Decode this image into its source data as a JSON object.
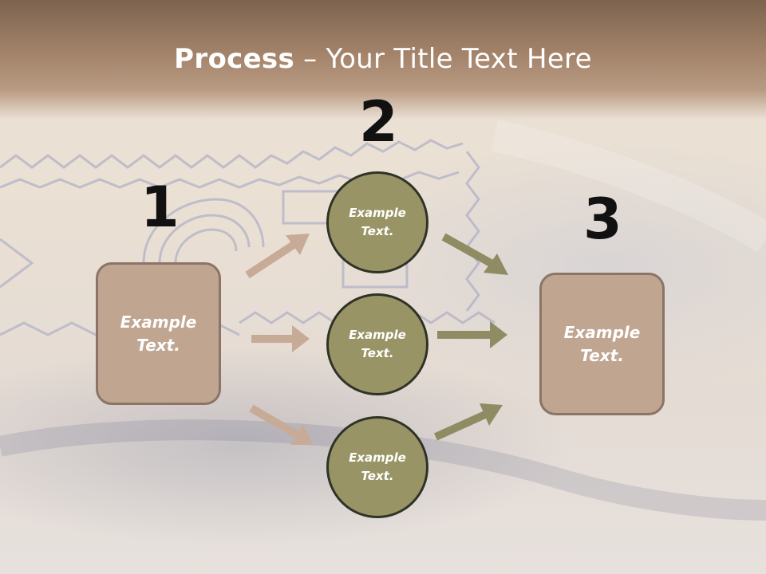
{
  "title": {
    "bold": "Process",
    "rest": " – Your Title Text Here"
  },
  "steps": [
    {
      "number": "1",
      "box_text": "Example\nText."
    },
    {
      "number": "2",
      "circle_texts": [
        "Example\nText.",
        "Example\nText.",
        "Example\nText."
      ]
    },
    {
      "number": "3",
      "box_text": "Example\nText."
    }
  ],
  "colors": {
    "tan_box": "#c0a591",
    "olive_circle": "#999466",
    "tan_arrow": "#c7ab96",
    "olive_arrow": "#8f8c63"
  }
}
